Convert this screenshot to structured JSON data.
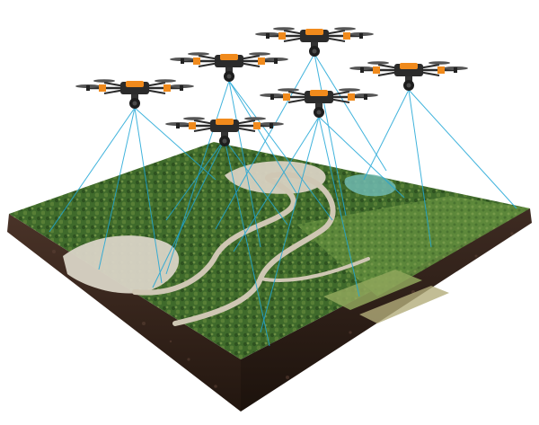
{
  "scene": {
    "subject": "drone-photogrammetry-illustration",
    "colors": {
      "background": "#ffffff",
      "drone_body": "#2b2b2b",
      "drone_accent": "#f08a1c",
      "scan_line": "#1fa6d6",
      "terrain_green": "#4f7a34",
      "terrain_dark": "#2e4f22",
      "road": "#cfc7b4",
      "soil_side": "#3a2a24",
      "soil_dark": "#22160f"
    },
    "drones": [
      {
        "name": "drone-top-center"
      },
      {
        "name": "drone-upper-left"
      },
      {
        "name": "drone-upper-right"
      },
      {
        "name": "drone-left"
      },
      {
        "name": "drone-center"
      },
      {
        "name": "drone-lower-center"
      }
    ]
  }
}
